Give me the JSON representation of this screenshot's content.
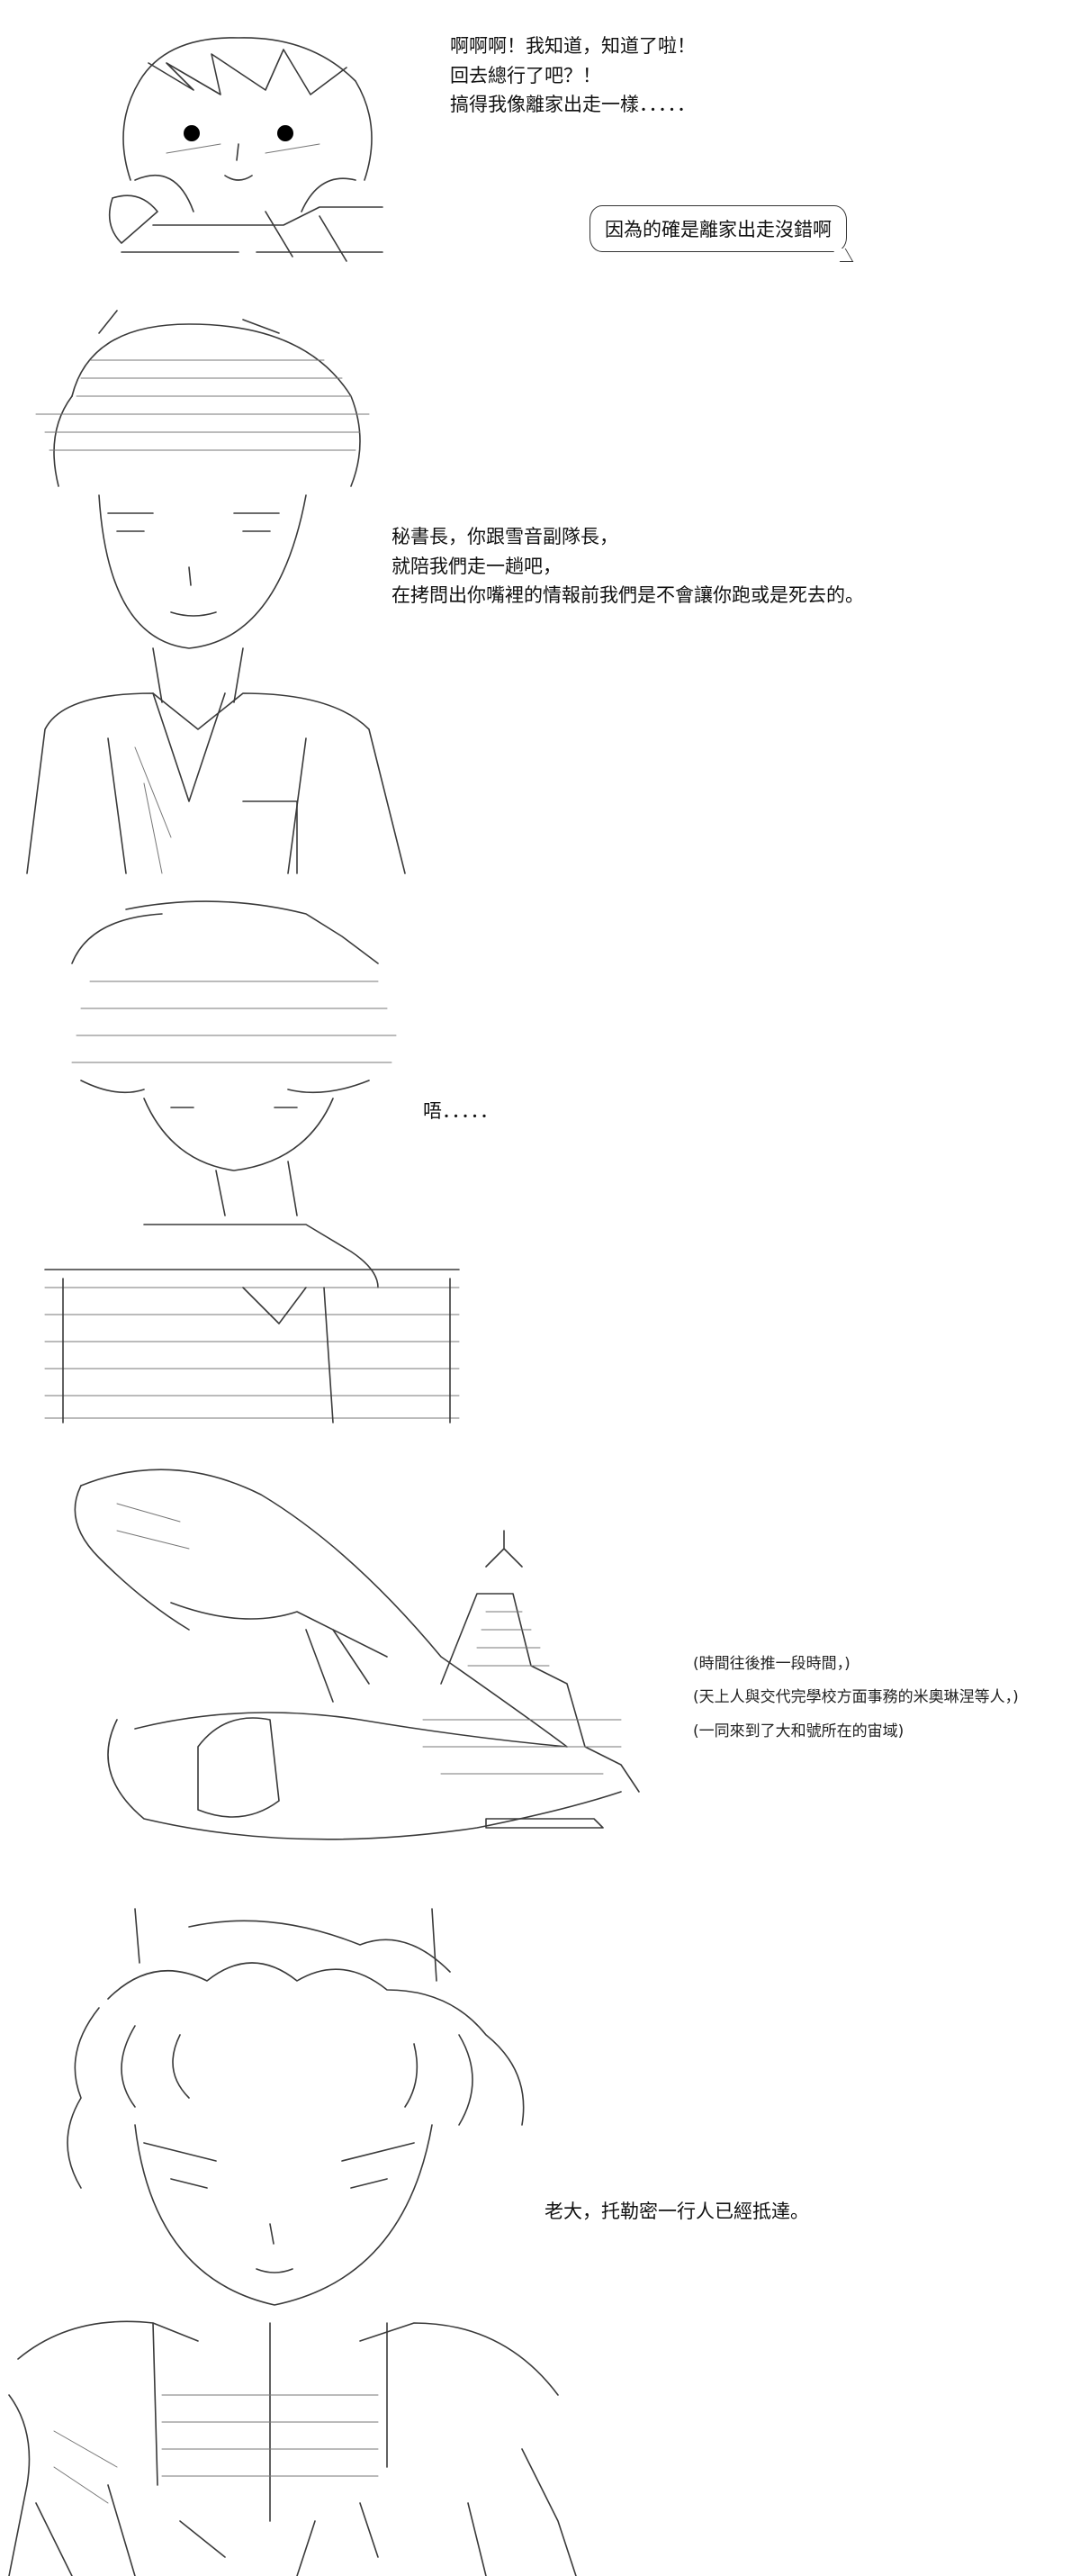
{
  "panels": [
    {
      "lines": [
        "啊啊啊！我知道，知道了啦！",
        "回去總行了吧？！",
        "搞得我像離家出走一樣．．．．．"
      ],
      "bubble": "因為的確是離家出走沒錯啊"
    },
    {
      "lines": [
        "秘書長，你跟雪音副隊長，",
        "就陪我們走一趟吧，",
        "在拷問出你嘴裡的情報前我們是不會讓你跑或是死去的。"
      ]
    },
    {
      "lines": [
        "唔．．．．．"
      ]
    },
    {
      "lines": [
        "(時間往後推一段時間，)",
        "(天上人與交代完學校方面事務的米奧琳涅等人，)",
        "(一同來到了大和號所在的宙域)"
      ]
    },
    {
      "lines": [
        "老大，托勒密一行人已經抵達。"
      ]
    }
  ]
}
